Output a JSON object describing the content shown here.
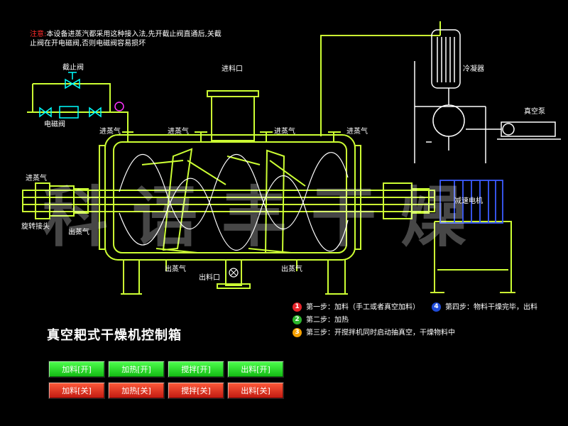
{
  "notice": {
    "prefix": "注意:",
    "text": "本设备进蒸汽都采用这种接入法,先开截止阀直通后,关截止阀在开电磁阀,否则电磁阀容易损坏"
  },
  "labels": {
    "stop_valve": "截止阀",
    "solenoid_valve": "电磁阀",
    "feed_port": "进料口",
    "condenser": "冷凝器",
    "vacuum_pump": "真空泵",
    "steam_in_1": "进蒸气",
    "steam_in_2": "进蒸气",
    "steam_in_3": "进蒸气",
    "steam_in_4": "进蒸气",
    "steam_in_left": "进蒸气",
    "rotary_joint": "旋转接头",
    "steam_out_left": "出蒸气",
    "steam_out_bottom_1": "出蒸气",
    "discharge_port": "出料口",
    "steam_out_bottom_2": "出蒸气",
    "reducer_motor": "减速电机"
  },
  "watermark": "科语丰干燥",
  "steps": [
    {
      "num": "1",
      "text": "第一步：加料（手工或者真空加料）",
      "color": "#e8232a"
    },
    {
      "num": "2",
      "text": "第二步：加热",
      "color": "#2bb52b"
    },
    {
      "num": "3",
      "text": "第三步：开搅拌机同时启动抽真空，干燥物料中",
      "color": "#f5a000"
    },
    {
      "num": "4",
      "text": "第四步：物料干燥完毕，出料",
      "color": "#1f4bd8"
    }
  ],
  "panel_title": "真空耙式干燥机控制箱",
  "buttons_on": [
    "加料[开]",
    "加热[开]",
    "搅拌[开]",
    "出料[开]"
  ],
  "buttons_off": [
    "加料[关]",
    "加热[关]",
    "搅拌[关]",
    "出料[关]"
  ],
  "colors": {
    "pipe": "#ccff33",
    "equipment": "#ffffff",
    "motor": "#3b5bff",
    "gauge": "#ff33ff",
    "btn_on": "#22dd22",
    "btn_off": "#ee3322"
  }
}
